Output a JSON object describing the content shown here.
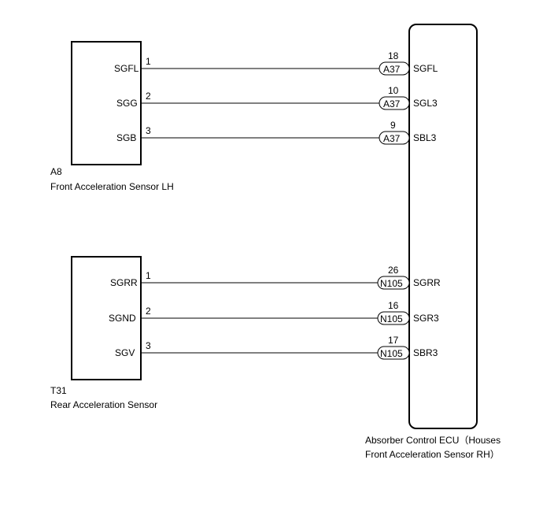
{
  "components": {
    "front_sensor": {
      "code": "A8",
      "name": "Front Acceleration Sensor LH",
      "pins": [
        {
          "label": "SGFL",
          "number": "1"
        },
        {
          "label": "SGG",
          "number": "2"
        },
        {
          "label": "SGB",
          "number": "3"
        }
      ]
    },
    "rear_sensor": {
      "code": "T31",
      "name": "Rear Acceleration Sensor",
      "pins": [
        {
          "label": "SGRR",
          "number": "1"
        },
        {
          "label": "SGND",
          "number": "2"
        },
        {
          "label": "SGV",
          "number": "3"
        }
      ]
    },
    "ecu": {
      "name_line1": "Absorber Control ECU（Houses",
      "name_line2": "Front Acceleration Sensor RH）",
      "terminals_front": [
        {
          "connector": "A37",
          "pin": "18",
          "label": "SGFL"
        },
        {
          "connector": "A37",
          "pin": "10",
          "label": "SGL3"
        },
        {
          "connector": "A37",
          "pin": "9",
          "label": "SBL3"
        }
      ],
      "terminals_rear": [
        {
          "connector": "N105",
          "pin": "26",
          "label": "SGRR"
        },
        {
          "connector": "N105",
          "pin": "16",
          "label": "SGR3"
        },
        {
          "connector": "N105",
          "pin": "17",
          "label": "SBR3"
        }
      ]
    }
  }
}
